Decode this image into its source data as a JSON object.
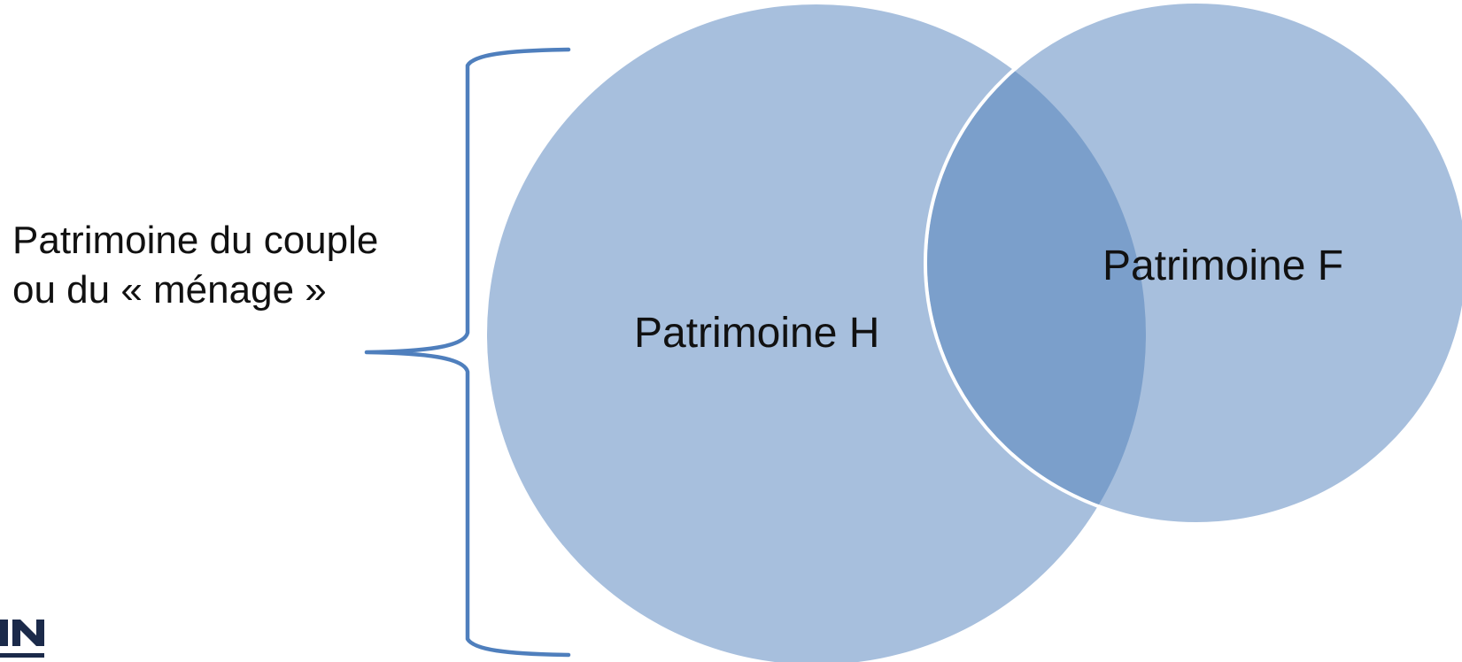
{
  "diagram": {
    "left_label": {
      "line1": "Patrimoine du couple",
      "line2": "ou du « ménage »"
    },
    "circles": [
      {
        "id": "H",
        "label": "Patrimoine H"
      },
      {
        "id": "F",
        "label": "Patrimoine F"
      }
    ],
    "colors": {
      "circle_fill": "#a7bfdd",
      "overlap_fill": "#7b9fcb",
      "outline": "#ffffff",
      "brace": "#4f7fbd",
      "text": "#111111",
      "logo": "#1b2a4a"
    },
    "logo": {
      "icon": "logo-icon"
    }
  }
}
